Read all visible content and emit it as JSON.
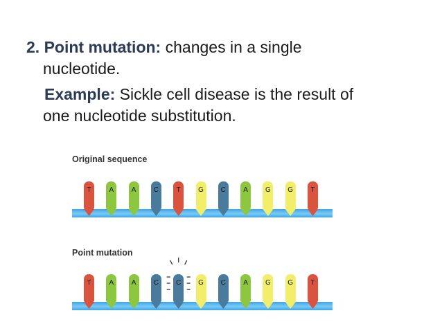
{
  "text": {
    "line1_bold": "2. Point mutation:",
    "line1_rest": " changes in a single",
    "line2": "nucleotide.",
    "line3_bold": "Example:",
    "line3_rest": " Sickle cell disease is the result of",
    "line4": "one nucleotide substitution."
  },
  "original": {
    "label": "Original sequence",
    "bases": [
      "T",
      "A",
      "A",
      "C",
      "T",
      "G",
      "C",
      "A",
      "G",
      "G",
      "T"
    ]
  },
  "mutant": {
    "label": "Point mutation",
    "bases": [
      "T",
      "A",
      "A",
      "C",
      "C",
      "G",
      "C",
      "A",
      "G",
      "G",
      "T"
    ],
    "mutated_index": 4
  },
  "colors": {
    "T": "#d9533f",
    "A": "#8dc63f",
    "C": "#4a7a9c",
    "G": "#f3ee6a",
    "backbone": "#5bb7ee"
  }
}
